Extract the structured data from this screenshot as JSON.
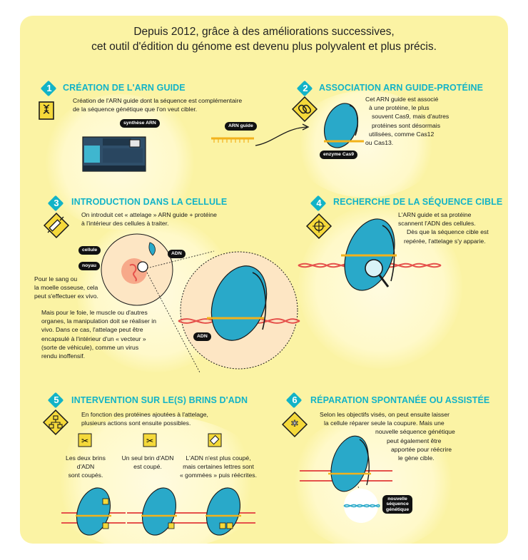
{
  "header": {
    "line1": "Depuis 2012, grâce à des améliorations successives,",
    "line2": "cet outil d'édition du génome est devenu plus polyvalent et plus précis."
  },
  "steps": [
    {
      "number": "1",
      "title": "CRÉATION DE L'ARN GUIDE",
      "text": [
        "Création de l'ARN guide dont la séquence est complémentaire",
        "de la séquence génétique que l'on veut cibler."
      ],
      "labels": {
        "machine": "synthèse ARN",
        "rna": "ARN guide"
      },
      "icon": "dna-document-icon"
    },
    {
      "number": "2",
      "title": "ASSOCIATION ARN GUIDE-PROTÉINE",
      "text": [
        "Cet ARN guide est associé",
        "à une protéine, le plus",
        "souvent Cas9, mais d'autres",
        "protéines sont désormais",
        "utilisées, comme Cas12",
        "ou Cas13."
      ],
      "labels": {
        "enzyme": "enzyme Cas9"
      },
      "icon": "chain-link-icon"
    },
    {
      "number": "3",
      "title": "INTRODUCTION DANS LA CELLULE",
      "text": [
        "On introduit cet « attelage » ARN guide + protéine",
        "à l'intérieur des cellules à traiter."
      ],
      "text_b": [
        "Pour le sang ou",
        "la moelle osseuse, cela",
        "peut s'effectuer ex vivo."
      ],
      "text_c": [
        "Mais pour le foie, le muscle ou d'autres",
        "organes, la manipulation doit se réaliser in",
        "vivo. Dans ce cas, l'attelage peut être",
        "encapsulé à l'intérieur d'un « vecteur »",
        "(sorte de véhicule), comme un virus",
        "rendu inoffensif."
      ],
      "labels": {
        "cell": "cellule",
        "nucleus": "noyau",
        "dna1": "ADN",
        "dna2": "ADN"
      },
      "icon": "syringe-icon"
    },
    {
      "number": "4",
      "title": "RECHERCHE DE LA SÉQUENCE CIBLE",
      "text": [
        "L'ARN guide et sa protéine",
        "scannent l'ADN des cellules.",
        "Dès que la séquence cible est",
        "repérée, l'attelage s'y apparie."
      ],
      "icon": "target-icon"
    },
    {
      "number": "5",
      "title": "INTERVENTION SUR LE(S) BRINS D'ADN",
      "text": [
        "En fonction des protéines ajoutées à l'attelage,",
        "plusieurs actions sont ensuite possibles."
      ],
      "options": [
        {
          "text": [
            "Les deux brins d'ADN",
            "sont coupés."
          ],
          "icon": "scissors-icon"
        },
        {
          "text": [
            "Un seul brin d'ADN",
            "est coupé."
          ],
          "icon": "scissors-icon"
        },
        {
          "text": [
            "L'ADN n'est plus coupé,",
            "mais certaines lettres sont",
            "« gommées » puis réécrites."
          ],
          "icon": "eraser-icon"
        }
      ],
      "icon": "hierarchy-icon"
    },
    {
      "number": "6",
      "title": "RÉPARATION SPONTANÉE OU ASSISTÉE",
      "text": [
        "Selon les objectifs visés, on peut ensuite laisser",
        "la cellule réparer seule la coupure. Mais une",
        "nouvelle séquence génétique",
        "peut également être",
        "apportée pour réécrire",
        "le gène cible."
      ],
      "labels": {
        "new_seq": [
          "nouvelle",
          "séquence",
          "génétique"
        ]
      },
      "icon": "asterisk-icon"
    }
  ],
  "colors": {
    "background": "#fbf3a4",
    "accent": "#12b3c7",
    "protein": "#29a9c9",
    "dna": "#e5514b",
    "rna": "#f2b21b",
    "icon_fill": "#f5d93a"
  }
}
